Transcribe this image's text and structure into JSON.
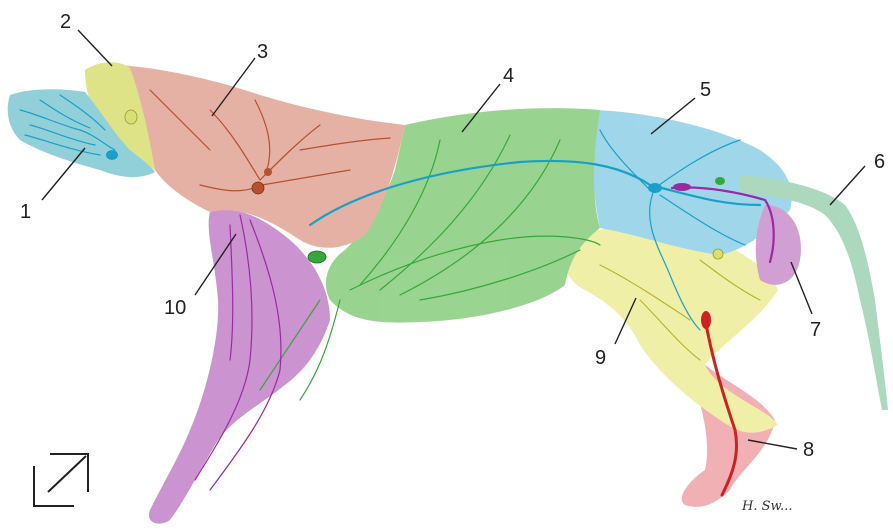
{
  "figure": {
    "labels": [
      "1",
      "2",
      "3",
      "4",
      "5",
      "6",
      "7",
      "8",
      "9",
      "10"
    ],
    "signature": "H. Sw..."
  },
  "colors": {
    "region1": "#7ec8d2",
    "region2": "#d9df74",
    "region3": "#e2a496",
    "region4": "#87cd7c",
    "region5": "#8fd0e6",
    "region6": "#9ed3b3",
    "region7": "#c98fcc",
    "region8": "#efa3a8",
    "region9": "#eded9a",
    "region10": "#c281c8",
    "vessel_brown": "#b5512e",
    "vessel_green": "#36a83a",
    "vessel_blue": "#1aa0c8",
    "vessel_purple": "#9a2aa2",
    "vessel_red": "#cc2222",
    "vessel_yellow": "#b5b32c"
  },
  "icons": {
    "expand": "expand-icon"
  }
}
